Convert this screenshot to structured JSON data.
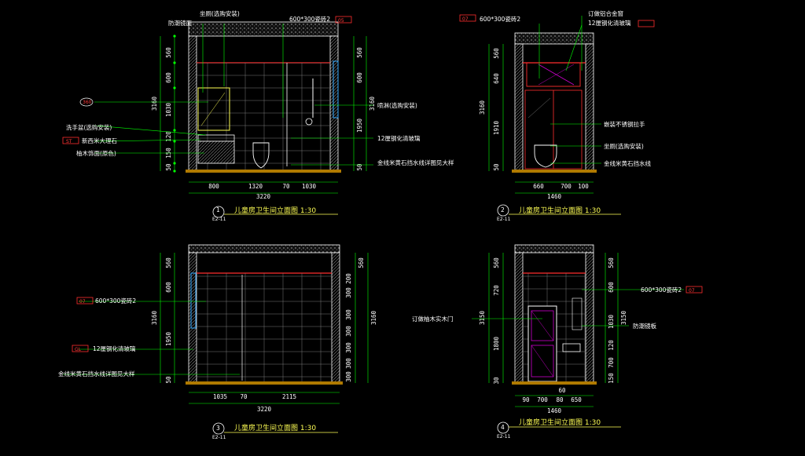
{
  "drawings": [
    {
      "title": "儿童房卫生间立面图 1:30",
      "number": "1",
      "sheet": "E2-11",
      "annotations": [
        "防潮镜面",
        "坐厕(选购安装)",
        "600*300瓷砖2",
        "05",
        "喷淋(选购安装)",
        "12厘钢化清玻璃",
        "金线米黄石挡水线详图见大样",
        "洗手盆(选购安装)",
        "新西米大理石",
        "柚木饰面(原色)"
      ],
      "left_tag_label": "ST",
      "bubble_label": "360",
      "dims_bottom": [
        "800",
        "1320",
        "70",
        "1030"
      ],
      "dims_total": "3220",
      "dims_left": [
        "560",
        "600",
        "1030",
        "120",
        "150",
        "50"
      ],
      "dims_right": [
        "560",
        "600",
        "1950",
        "50"
      ],
      "dim_overall_left": "3160",
      "dim_overall_right": "3160"
    },
    {
      "title": "儿童房卫生间立面图 1:30",
      "number": "2",
      "sheet": "E2-11",
      "annotations": [
        "600*300瓷砖2",
        "订做铝合金窗",
        "12厘钢化清玻璃",
        "嵌装不锈钢拉手",
        "坐厕(选购安装)",
        "金线米黄石挡水线"
      ],
      "dims_bottom": [
        "660",
        "700",
        "100"
      ],
      "dims_total": "1460",
      "dims_left": [
        "560",
        "640",
        "1910",
        "50"
      ],
      "dim_overall_left": "3160"
    },
    {
      "title": "儿童房卫生间立面图 1:30",
      "number": "3",
      "sheet": "E2-11",
      "annotations": [
        "600*300瓷砖2",
        "12厘钢化清玻璃",
        "金线米黄石挡水线详图见大样"
      ],
      "dims_bottom": [
        "1035",
        "70",
        "2115"
      ],
      "dims_total": "3220",
      "dims_left": [
        "560",
        "600",
        "1950",
        "50"
      ],
      "dims_right": [
        "560",
        "200",
        "300",
        "300",
        "300",
        "300",
        "300",
        "300"
      ],
      "dim_overall_left": "3160",
      "dim_overall_right": "3160"
    },
    {
      "title": "儿童房卫生间立面图 1:30",
      "number": "4",
      "sheet": "E2-11",
      "annotations": [
        "订做柚木实木门",
        "600*300瓷砖2",
        "防潮镜板"
      ],
      "dims_bottom": [
        "90",
        "700",
        "80",
        "650"
      ],
      "dims_extra": "60",
      "dims_total": "1460",
      "dims_left": [
        "560",
        "720",
        "1800",
        "30"
      ],
      "dims_right": [
        "560",
        "600",
        "1030",
        "120",
        "700",
        "150"
      ],
      "dim_overall_left": "3150",
      "dim_overall_right": "3150"
    }
  ],
  "colors": {
    "background": "#000000",
    "wall": "#ffffff",
    "leader": "#00ff00",
    "text": "#ffffff",
    "title": "#ffff55",
    "tag": "#ff2d2d",
    "accent": "#cc00cc"
  }
}
